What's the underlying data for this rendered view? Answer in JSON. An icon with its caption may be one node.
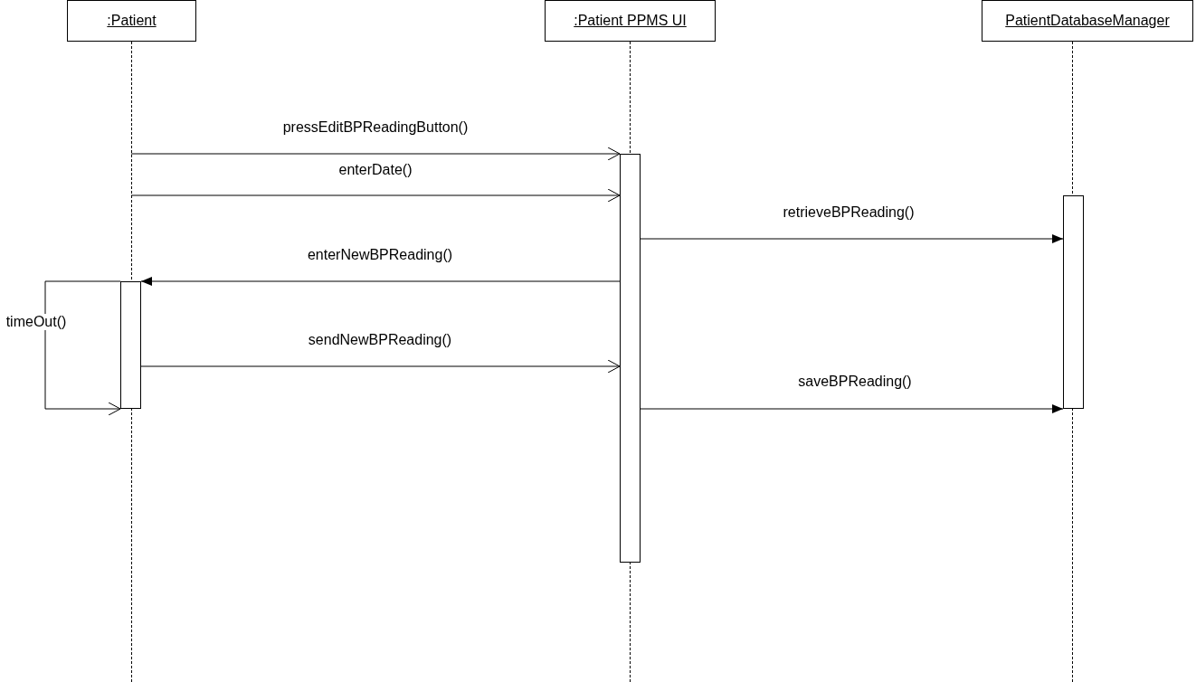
{
  "diagram": {
    "nodes": [
      {
        "text": [
          ":Patient"
        ]
      },
      {
        "text": [
          ":Patient PPMS UI"
        ]
      },
      {
        "text": [
          "PatientDatabaseManager"
        ]
      },
      {
        "text": [],
        "shape": "bar"
      },
      {
        "text": [],
        "shape": "bar"
      },
      {
        "text": [],
        "shape": "bar"
      },
      {
        "text": [],
        "shape": "line"
      },
      {
        "text": [],
        "shape": "line"
      },
      {
        "text": [],
        "shape": "line"
      }
    ],
    "edges": [
      {
        "from": 6,
        "to": 4,
        "arrow": "to",
        "label": "pressEditBPReadingButton()"
      },
      {
        "from": 6,
        "to": 4,
        "arrow": "to",
        "label": "enterDate()"
      },
      {
        "from": 4,
        "to": 5,
        "arrow": "to",
        "label": "retrieveBPReading()"
      },
      {
        "from": 4,
        "to": 3,
        "arrow": "to",
        "label": "enterNewBPReading()"
      },
      {
        "from": 3,
        "to": 3,
        "arrow": "to",
        "label": "timeOut()"
      },
      {
        "from": 3,
        "to": 4,
        "arrow": "to",
        "label": "sendNewBPReading()"
      },
      {
        "from": 4,
        "to": 5,
        "arrow": "to",
        "label": "saveBPReading()"
      }
    ]
  }
}
